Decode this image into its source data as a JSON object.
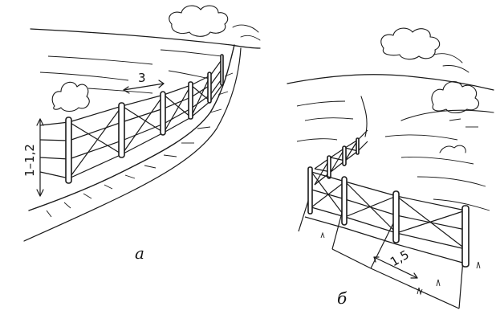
{
  "panels": {
    "a": {
      "letter": "а",
      "height_label": "1–1,2",
      "spacing_label": "3"
    },
    "b": {
      "letter": "б",
      "spacing_label": "1,5"
    }
  },
  "colors": {
    "ink": "#1a1a1a",
    "paper": "#ffffff"
  }
}
